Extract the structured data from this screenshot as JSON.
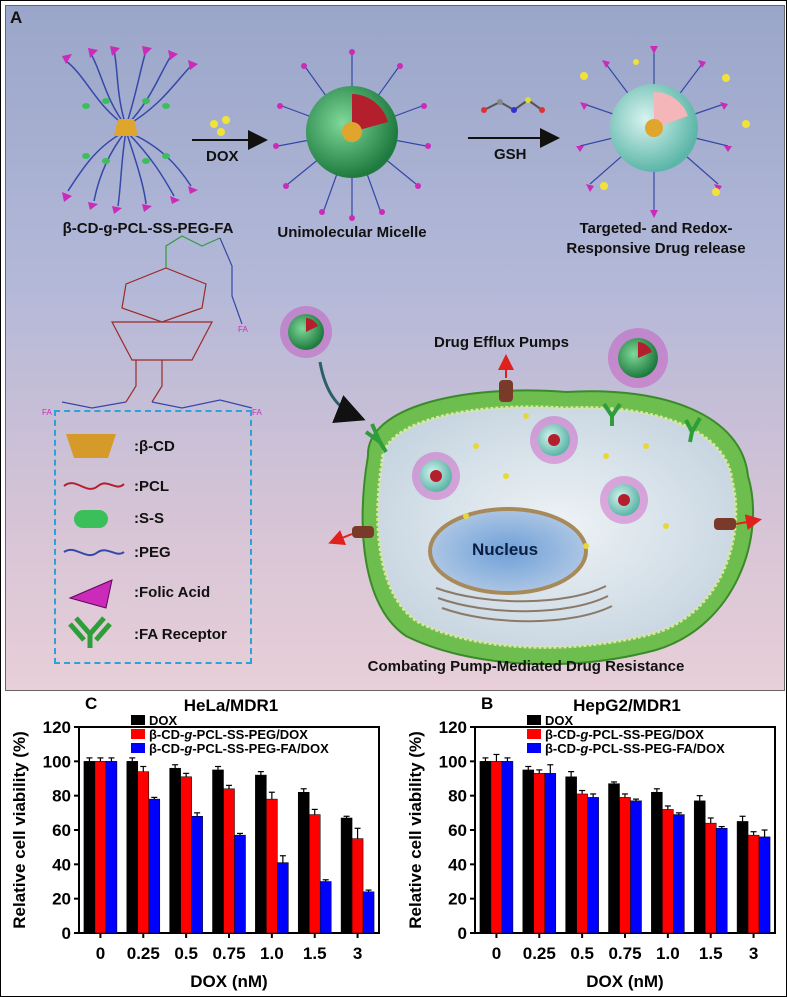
{
  "panel_a": {
    "letter": "A",
    "polymer_label": "β-CD-g-PCL-SS-PEG-FA",
    "arrow1": "DOX",
    "arrow2": "GSH",
    "micelle_label": "Unimolecular Micelle",
    "release_label_1": "Targeted- and Redox-",
    "release_label_2": "Responsive Drug release",
    "pumps_label": "Drug Efflux Pumps",
    "nucleus_label": "Nucleus",
    "bottom_caption": "Combating Pump-Mediated Drug Resistance",
    "fa_tag": "FA",
    "legend": [
      {
        "icon": "cone-icon",
        "label": ":β-CD"
      },
      {
        "icon": "pcl-wave-icon",
        "label": ":PCL"
      },
      {
        "icon": "ss-capsule-icon",
        "label": ":S-S"
      },
      {
        "icon": "peg-wave-icon",
        "label": ":PEG"
      },
      {
        "icon": "pyramid-icon",
        "label": ":Folic Acid"
      },
      {
        "icon": "receptor-icon",
        "label": ":FA Receptor"
      }
    ]
  },
  "chart_data": [
    {
      "panel": "C",
      "type": "bar",
      "title": "HeLa/MDR1",
      "xlabel": "DOX (nM)",
      "ylabel": "Relative cell viability (%)",
      "ylim": [
        0,
        120
      ],
      "yticks": [
        "0",
        "20",
        "40",
        "60",
        "80",
        "100",
        "120"
      ],
      "categories": [
        "0",
        "0.25",
        "0.5",
        "0.75",
        "1.0",
        "1.5",
        "3"
      ],
      "series": [
        {
          "name": "DOX",
          "color": "#000000",
          "values": [
            100,
            100,
            96,
            95,
            92,
            82,
            67
          ],
          "errors": [
            2,
            2,
            2,
            2,
            2,
            2,
            1
          ]
        },
        {
          "name": "β-CD-g-PCL-SS-PEG/DOX",
          "color": "#ff0000",
          "values": [
            100,
            94,
            91,
            84,
            78,
            69,
            55
          ],
          "errors": [
            2,
            3,
            2,
            2,
            4,
            3,
            6
          ]
        },
        {
          "name": "β-CD-g-PCL-SS-PEG-FA/DOX",
          "color": "#0000ff",
          "values": [
            100,
            78,
            68,
            57,
            41,
            30,
            24
          ],
          "errors": [
            2,
            1,
            2,
            1,
            4,
            1,
            1
          ]
        }
      ]
    },
    {
      "panel": "B",
      "type": "bar",
      "title": "HepG2/MDR1",
      "xlabel": "DOX (nM)",
      "ylabel": "Relative cell viability (%)",
      "ylim": [
        0,
        120
      ],
      "yticks": [
        "0",
        "20",
        "40",
        "60",
        "80",
        "100",
        "120"
      ],
      "categories": [
        "0",
        "0.25",
        "0.5",
        "0.75",
        "1.0",
        "1.5",
        "3"
      ],
      "series": [
        {
          "name": "DOX",
          "color": "#000000",
          "values": [
            100,
            95,
            91,
            87,
            82,
            77,
            65
          ],
          "errors": [
            2,
            2,
            3,
            1,
            2,
            3,
            3
          ]
        },
        {
          "name": "β-CD-g-PCL-SS-PEG/DOX",
          "color": "#ff0000",
          "values": [
            100,
            93,
            81,
            79,
            72,
            64,
            57
          ],
          "errors": [
            4,
            2,
            2,
            2,
            2,
            3,
            2
          ]
        },
        {
          "name": "β-CD-g-PCL-SS-PEG-FA/DOX",
          "color": "#0000ff",
          "values": [
            100,
            93,
            79,
            77,
            69,
            61,
            56
          ],
          "errors": [
            2,
            5,
            2,
            1,
            1,
            1,
            4
          ]
        }
      ]
    }
  ]
}
